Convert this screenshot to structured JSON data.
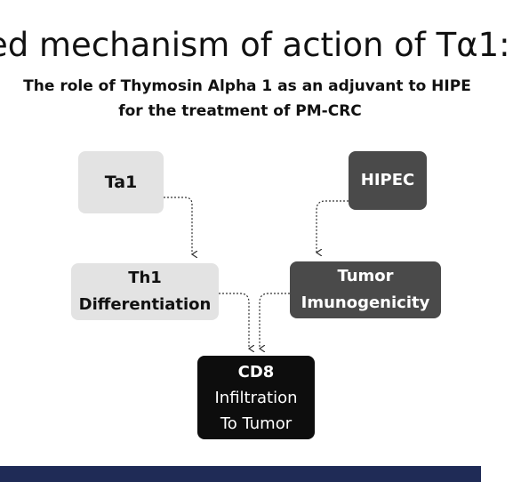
{
  "slide": {
    "title": "ed mechanism of action of Tα1:",
    "subtitle_line1": "The role of Thymosin Alpha 1 as an adjuvant to HIPE",
    "subtitle_line2": "for the treatment of PM-CRC"
  },
  "nodes": {
    "ta1": "Ta1",
    "hipec": "HIPEC",
    "th1_line1": "Th1",
    "th1_line2": "Differentiation",
    "tumor_line1": "Tumor",
    "tumor_line2": "Imunogenicity",
    "cd8_line1": "CD8",
    "cd8_line2": "Infiltration",
    "cd8_line3": "To Tumor"
  },
  "colors": {
    "light_box": "#e3e3e3",
    "dark_box": "#4a4a4a",
    "black_box": "#0d0d0d",
    "footer_bar": "#1f2b56"
  }
}
